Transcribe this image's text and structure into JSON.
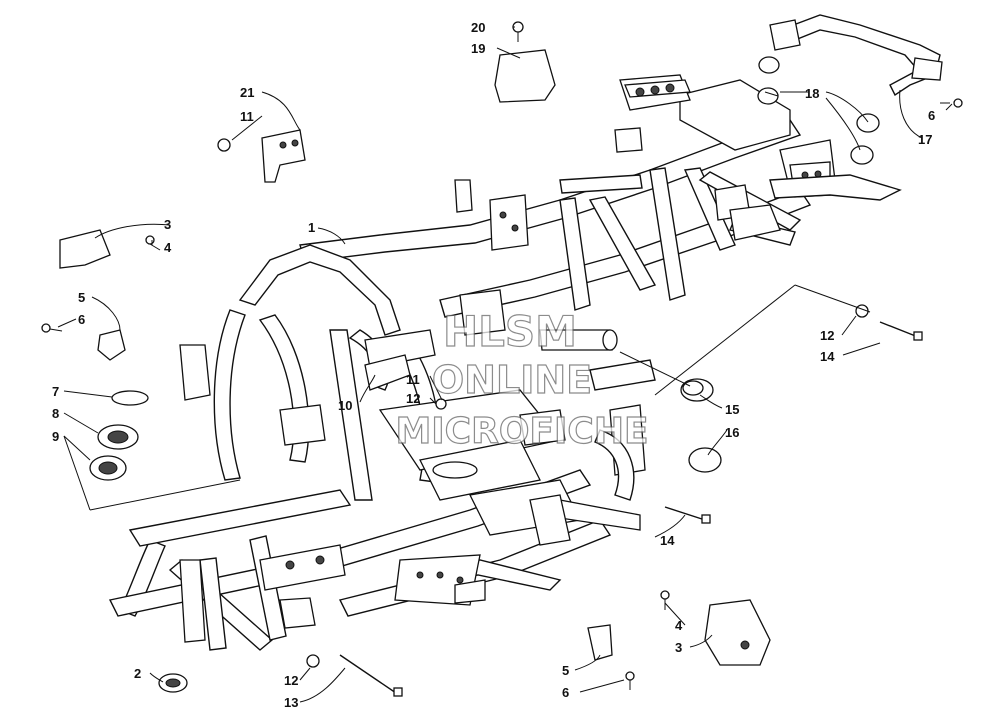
{
  "watermark": {
    "line1": "HLSM",
    "line2": "ONLINE",
    "line3": "MICROFICHE"
  },
  "callouts": [
    {
      "id": "c20",
      "label": "20"
    },
    {
      "id": "c19",
      "label": "19"
    },
    {
      "id": "c21",
      "label": "21"
    },
    {
      "id": "c11a",
      "label": "11"
    },
    {
      "id": "c1",
      "label": "1"
    },
    {
      "id": "c3a",
      "label": "3"
    },
    {
      "id": "c4a",
      "label": "4"
    },
    {
      "id": "c5a",
      "label": "5"
    },
    {
      "id": "c6a",
      "label": "6"
    },
    {
      "id": "c7",
      "label": "7"
    },
    {
      "id": "c8",
      "label": "8"
    },
    {
      "id": "c9",
      "label": "9"
    },
    {
      "id": "c10",
      "label": "10"
    },
    {
      "id": "c11b",
      "label": "11"
    },
    {
      "id": "c12a",
      "label": "12"
    },
    {
      "id": "c18",
      "label": "18"
    },
    {
      "id": "c6b",
      "label": "6"
    },
    {
      "id": "c17",
      "label": "17"
    },
    {
      "id": "c12b",
      "label": "12"
    },
    {
      "id": "c14a",
      "label": "14"
    },
    {
      "id": "c15",
      "label": "15"
    },
    {
      "id": "c16",
      "label": "16"
    },
    {
      "id": "c14b",
      "label": "14"
    },
    {
      "id": "c4b",
      "label": "4"
    },
    {
      "id": "c3b",
      "label": "3"
    },
    {
      "id": "c5b",
      "label": "5"
    },
    {
      "id": "c6c",
      "label": "6"
    },
    {
      "id": "c2",
      "label": "2"
    },
    {
      "id": "c12c",
      "label": "12"
    },
    {
      "id": "c13",
      "label": "13"
    }
  ]
}
